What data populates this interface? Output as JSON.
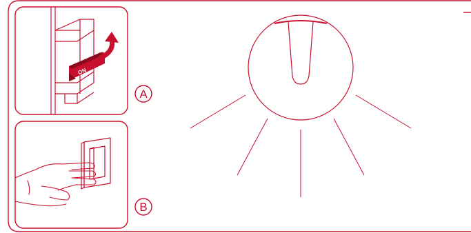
{
  "panels": {
    "top": {
      "step_label": "A",
      "switch_text": "ON"
    },
    "bottom": {
      "step_label": "B"
    }
  },
  "colors": {
    "accent": "#c8102e",
    "dark_red": "#8a0a1e",
    "background": "#ffffff"
  },
  "icons": {
    "breaker": "circuit-breaker-switch-icon",
    "arrow": "curved-arrow-up-icon",
    "wall_switch": "wall-light-switch-icon",
    "hand": "hand-pressing-icon",
    "lamp": "ceiling-lamp-icon"
  }
}
